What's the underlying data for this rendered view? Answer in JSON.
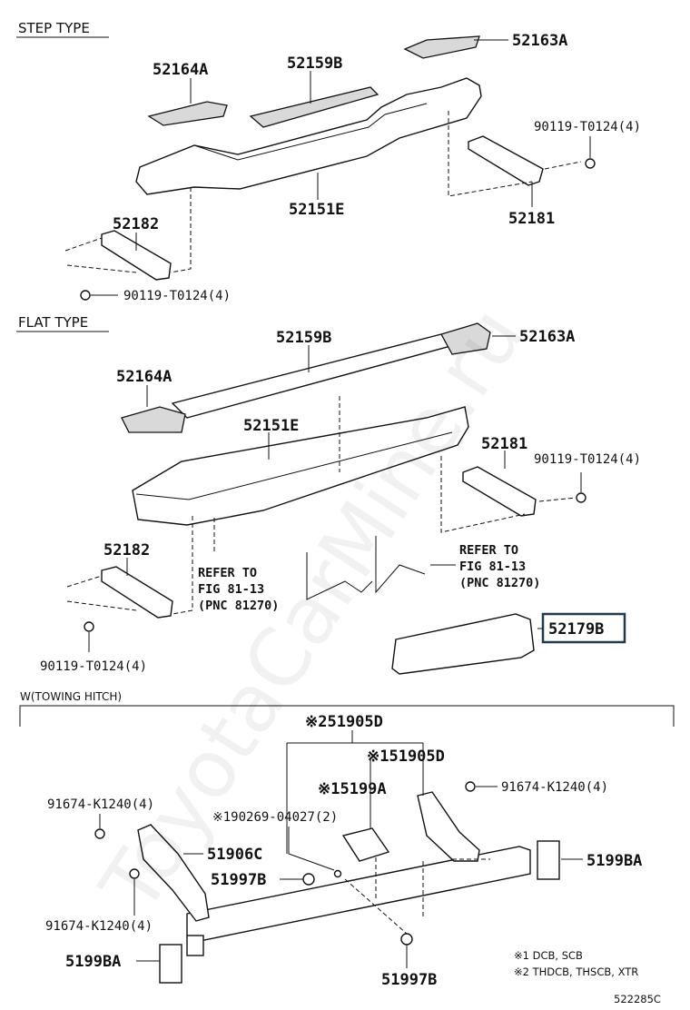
{
  "sections": {
    "step_type": "STEP TYPE",
    "flat_type": "FLAT TYPE",
    "towing": "W(TOWING HITCH)"
  },
  "labels": {
    "step": {
      "p52163a": "52163A",
      "p52164a": "52164A",
      "p52159b": "52159B",
      "p90119_r": "90119-T0124(4)",
      "p52151e": "52151E",
      "p52181": "52181",
      "p52182": "52182",
      "p90119_l": "90119-T0124(4)"
    },
    "flat": {
      "p52159b": "52159B",
      "p52163a": "52163A",
      "p52164a": "52164A",
      "p52151e": "52151E",
      "p52181": "52181",
      "p90119_r": "90119-T0124(4)",
      "p52182": "52182",
      "ref_l": [
        "REFER TO",
        "FIG 81-13",
        "(PNC 81270)"
      ],
      "ref_r": [
        "REFER TO",
        "FIG 81-13",
        "(PNC 81270)"
      ],
      "p52179b": "52179B",
      "p90119_l": "90119-T0124(4)"
    },
    "tow": {
      "p51905d_top": "※251905D",
      "p51905d_1": "※151905D",
      "p5199a": "※15199A",
      "p91674_tr": "91674-K1240(4)",
      "p91674_tl": "91674-K1240(4)",
      "p90269": "※190269-04027(2)",
      "p51906c": "51906C",
      "p5199ba_r": "5199BA",
      "p51997b_l": "51997B",
      "p91674_bl": "91674-K1240(4)",
      "p5199ba_l": "5199BA",
      "p51997b_b": "51997B"
    }
  },
  "notes": {
    "n1": "※1 DCB, SCB",
    "n2": "※2 THDCB, THSCB, XTR"
  },
  "diagram_code": "522285C",
  "watermark": "ToyotaCarMine.ru",
  "highlight_color": "#1f3a4d"
}
